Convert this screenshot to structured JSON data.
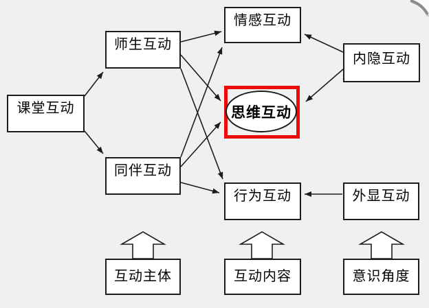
{
  "diagram": {
    "nodes": {
      "classroom": {
        "label": "课堂互动"
      },
      "teacher_student": {
        "label": "师生互动"
      },
      "peer": {
        "label": "同伴互动"
      },
      "emotional": {
        "label": "情感互动"
      },
      "thinking": {
        "label": "思维互动",
        "shape": "ellipse",
        "highlighted": true
      },
      "implicit": {
        "label": "内隐互动"
      },
      "behavioral": {
        "label": "行为互动"
      },
      "explicit": {
        "label": "外显互动"
      }
    },
    "edges": [
      {
        "from": "classroom",
        "to": "teacher_student"
      },
      {
        "from": "classroom",
        "to": "peer"
      },
      {
        "from": "teacher_student",
        "to": "emotional"
      },
      {
        "from": "teacher_student",
        "to": "thinking"
      },
      {
        "from": "teacher_student",
        "to": "behavioral"
      },
      {
        "from": "peer",
        "to": "emotional"
      },
      {
        "from": "peer",
        "to": "thinking"
      },
      {
        "from": "peer",
        "to": "behavioral"
      },
      {
        "from": "implicit",
        "to": "emotional"
      },
      {
        "from": "implicit",
        "to": "thinking"
      },
      {
        "from": "explicit",
        "to": "behavioral"
      }
    ],
    "category_labels": {
      "subject": "互动主体",
      "content": "互动内容",
      "consciousness": "意识角度"
    },
    "colors": {
      "background": "#f0f0f0",
      "node_fill": "#ffffff",
      "node_border": "#1c1c1c",
      "arrow": "#1c1c1c",
      "highlight_red": "#ee0a0a"
    }
  }
}
